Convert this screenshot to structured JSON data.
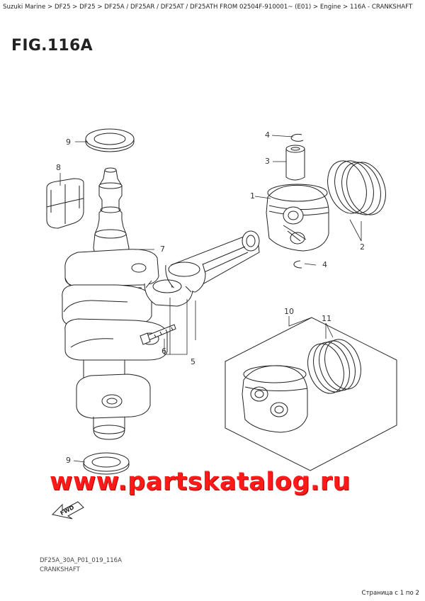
{
  "breadcrumb": "Suzuki Marine > DF25 > DF25 > DF25A / DF25AR / DF25AT / DF25ATH FROM 02504F-910001~ (E01) > Engine > 116A - CRANKSHAFT",
  "figure_title": "FIG.116A",
  "callouts": [
    "9",
    "8",
    "7",
    "6",
    "5",
    "4",
    "3",
    "1",
    "2",
    "4",
    "10",
    "11",
    "9"
  ],
  "fwd_label": "FWD",
  "watermark": "www.partskatalog.ru",
  "drawing_code": "DF25A_30A_P01_019_116A",
  "drawing_caption": "CRANKSHAFT",
  "pager": "Страница с 1 по 2"
}
